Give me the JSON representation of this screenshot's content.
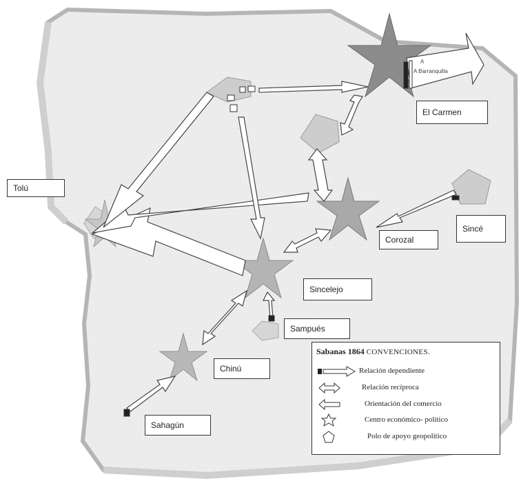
{
  "map": {
    "places": {
      "tolu": "Tolú",
      "el_carmen": "El Carmen",
      "since": "Sincé",
      "corozal": "Corozal",
      "sincelejo": "Sincelejo",
      "sampues": "Sampués",
      "chinu": "Chinú",
      "sahagun": "Sahagún"
    },
    "barranquilla_label": "A Barranquilla"
  },
  "legend": {
    "title_bold": "Sabanas 1864",
    "title_rest": "CONVENCIONES.",
    "items": [
      {
        "label": "Relación dependiente",
        "icon": "dependent-arrow-icon"
      },
      {
        "label": "Relación recíproca",
        "icon": "double-arrow-icon"
      },
      {
        "label": "Orientación del comercio",
        "icon": "left-arrow-icon"
      },
      {
        "label": "Centro económico- político",
        "icon": "star-icon"
      },
      {
        "label": "Polo de apoyo geopolítico",
        "icon": "pentagon-icon"
      }
    ]
  },
  "colors": {
    "region_fill": "#ececec",
    "region_edge": "#bdbdbd",
    "star_dark": "#8a8a8a",
    "star_light": "#c4c4c4",
    "pentagon": "#cfcfcf",
    "arrow_stroke": "#444444"
  }
}
